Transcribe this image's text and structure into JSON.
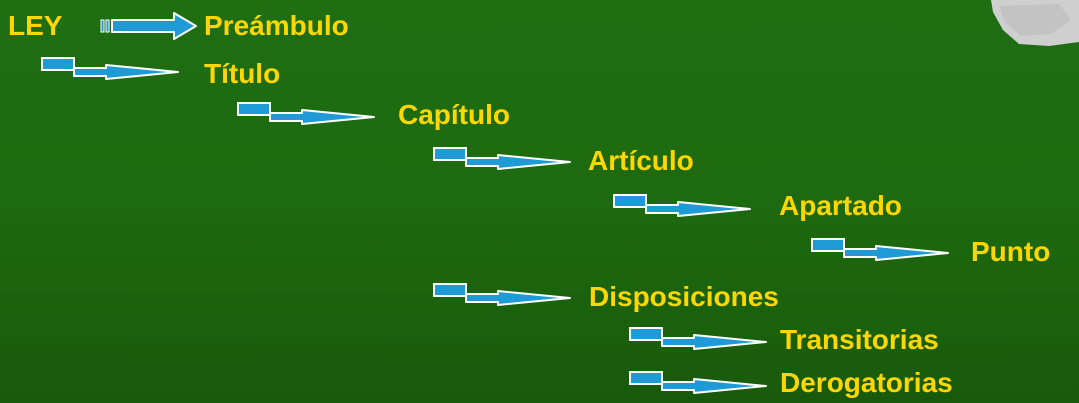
{
  "root": {
    "label": "LEY"
  },
  "preamble": {
    "label": "Preámbulo"
  },
  "nodes": {
    "titulo": "Título",
    "capitulo": "Capítulo",
    "articulo": "Artículo",
    "apartado": "Apartado",
    "punto": "Punto",
    "disposiciones": "Disposiciones",
    "transitorias": "Transitorias",
    "derogatorias": "Derogatorias"
  },
  "colors": {
    "background": "#1e6a10",
    "label": "#ffd700",
    "arrow_fill": "#1e9bd7",
    "arrow_stroke": "#ffffff"
  }
}
